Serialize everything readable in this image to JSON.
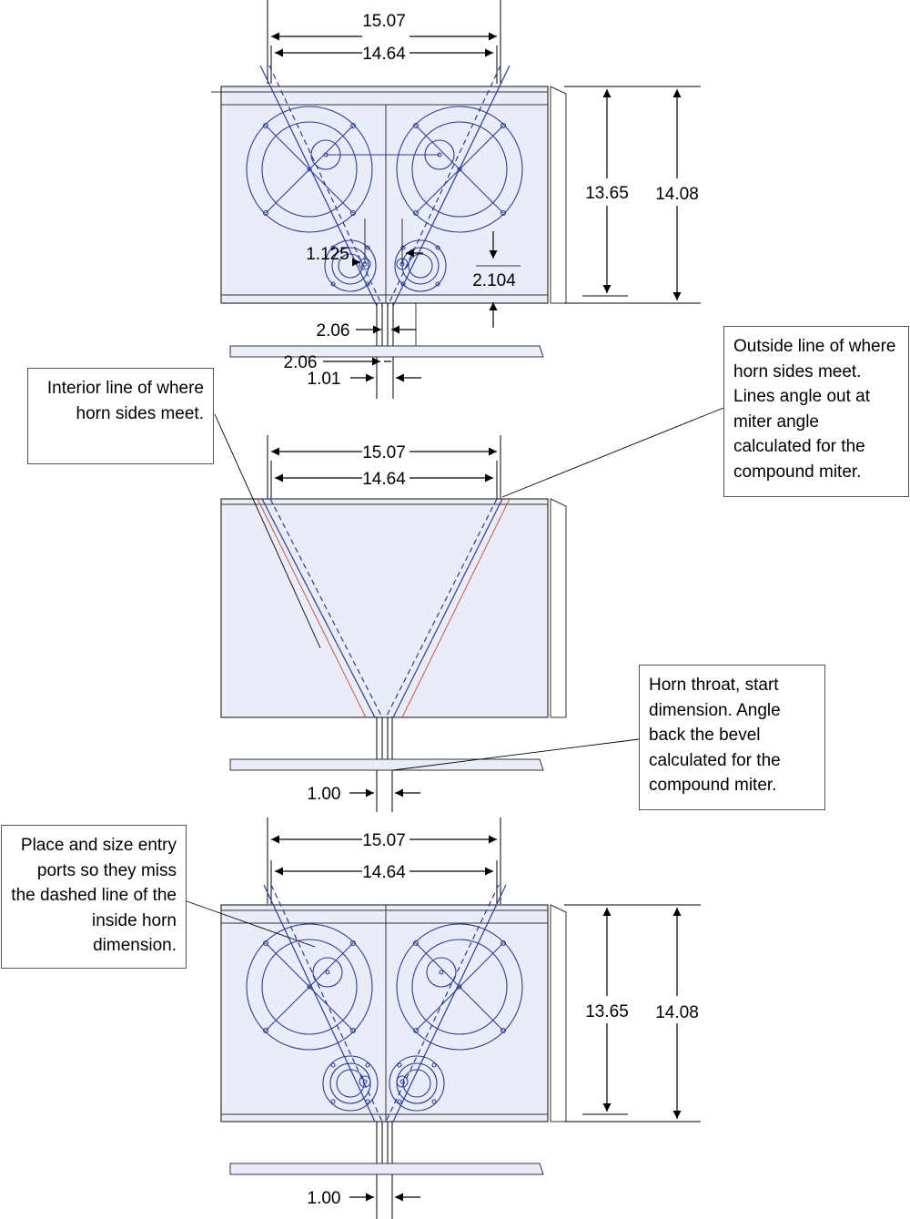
{
  "top_view": {
    "width_outer": "15.07",
    "width_inner": "14.64",
    "height_inner": "13.65",
    "height_outer": "14.08",
    "port_radius": "1.125",
    "port_offset": "2.104",
    "throat_a": "2.06",
    "throat_b": "2.06",
    "throat_c": "1.01"
  },
  "middle_view": {
    "width_outer": "15.07",
    "width_inner": "14.64",
    "throat": "1.00"
  },
  "bottom_view": {
    "width_outer": "15.07",
    "width_inner": "14.64",
    "height_inner": "13.65",
    "height_outer": "14.08",
    "throat": "1.00"
  },
  "callouts": {
    "interior_line": "Interior line of where horn sides meet.",
    "outside_line": "Outside line of where horn sides meet. Lines angle out at miter angle calculated for the compound miter.",
    "horn_throat": "Horn throat, start dimension. Angle back the bevel calculated for the compound miter.",
    "entry_ports": "Place and size entry ports so they miss the dashed line of the inside horn dimension."
  },
  "colors": {
    "panel_fill": "#e8edf7",
    "panel_stroke": "#333333",
    "drawing_blue": "#2e3a9c",
    "miter_red": "#d9533f"
  }
}
